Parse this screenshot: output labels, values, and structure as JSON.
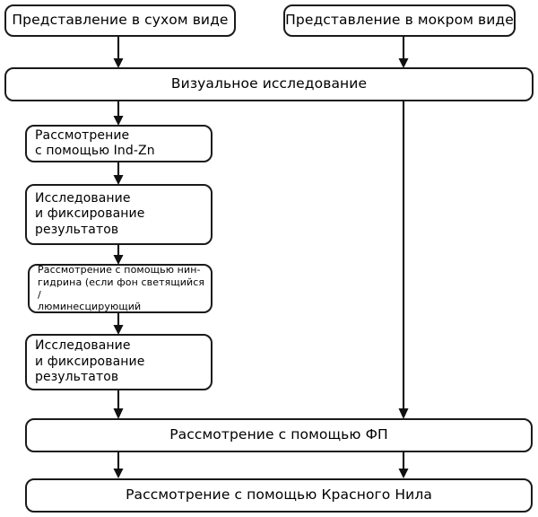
{
  "diagram": {
    "title_text": "",
    "background_color": "#ffffff",
    "line_color": "#111111",
    "box_border_color": "#1a1a1a",
    "nodes": [
      {
        "id": "dry",
        "label": "Представление в сухом виде"
      },
      {
        "id": "wet",
        "label": "Представление в мокром виде"
      },
      {
        "id": "visual",
        "label": "Визуальное исследование"
      },
      {
        "id": "indzn",
        "label": "Рассмотрение\nс помощью Ind-Zn"
      },
      {
        "id": "record1",
        "label": "Исследование\nи фиксирование\nрезультатов"
      },
      {
        "id": "ninhydrin",
        "label": "Рассмотрение с помощью нин-\nгидрина (если фон светящийся /\nлюминесцирующий"
      },
      {
        "id": "record2",
        "label": "Исследование\nи фиксирование\nрезультатов"
      },
      {
        "id": "fp",
        "label": "Рассмотрение с помощью ФП"
      },
      {
        "id": "nilered",
        "label": "Рассмотрение с помощью Красного Нила"
      }
    ],
    "edges": [
      {
        "from": "dry",
        "to": "visual",
        "name": "edge-dry-to-visual"
      },
      {
        "from": "wet",
        "to": "visual",
        "name": "edge-wet-to-visual"
      },
      {
        "from": "visual",
        "to": "indzn",
        "name": "edge-visual-to-indzn"
      },
      {
        "from": "visual",
        "to": "fp",
        "name": "edge-visual-to-fp"
      },
      {
        "from": "indzn",
        "to": "record1",
        "name": "edge-indzn-to-record1"
      },
      {
        "from": "record1",
        "to": "ninhydrin",
        "name": "edge-record1-to-ninhydrin"
      },
      {
        "from": "ninhydrin",
        "to": "record2",
        "name": "edge-ninhydrin-to-record2"
      },
      {
        "from": "record2",
        "to": "fp",
        "name": "edge-record2-to-fp"
      },
      {
        "from": "fp",
        "to": "nilered",
        "name": "edge-fp-to-nilered-left"
      },
      {
        "from": "fp",
        "to": "nilered",
        "name": "edge-fp-to-nilered-right"
      }
    ]
  }
}
